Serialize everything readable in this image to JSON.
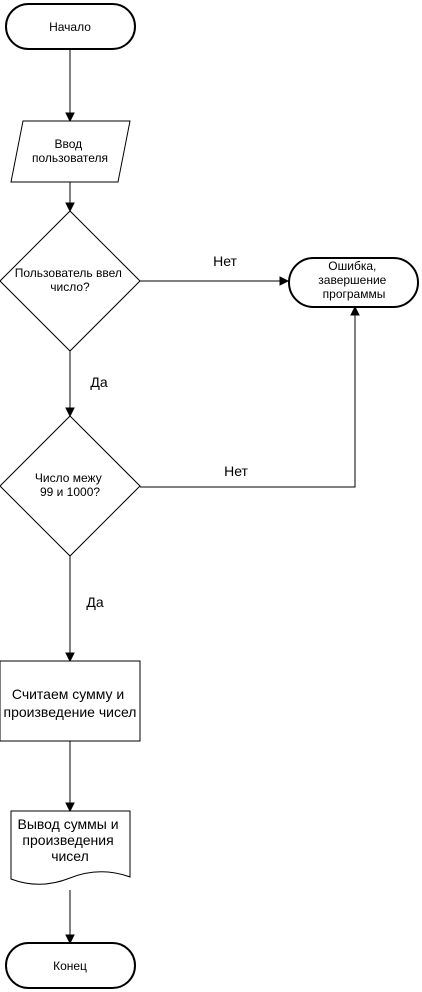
{
  "nodes": {
    "start": "Начало",
    "input": [
      "Ввод",
      "пользователя"
    ],
    "decision_entered": [
      "Пользователь ввел",
      "число?"
    ],
    "error": [
      "Ошибка,",
      "завершение",
      "программы"
    ],
    "decision_range": [
      "Число межу",
      "99 и 1000?"
    ],
    "compute": [
      "Считаем сумму и",
      "произведение чисел"
    ],
    "output": [
      "Вывод суммы и",
      "произведения",
      "чисел"
    ],
    "end": "Конец"
  },
  "edges": {
    "no_1": "Нет",
    "yes_1": "Да",
    "no_2": "Нет",
    "yes_2": "Да"
  }
}
